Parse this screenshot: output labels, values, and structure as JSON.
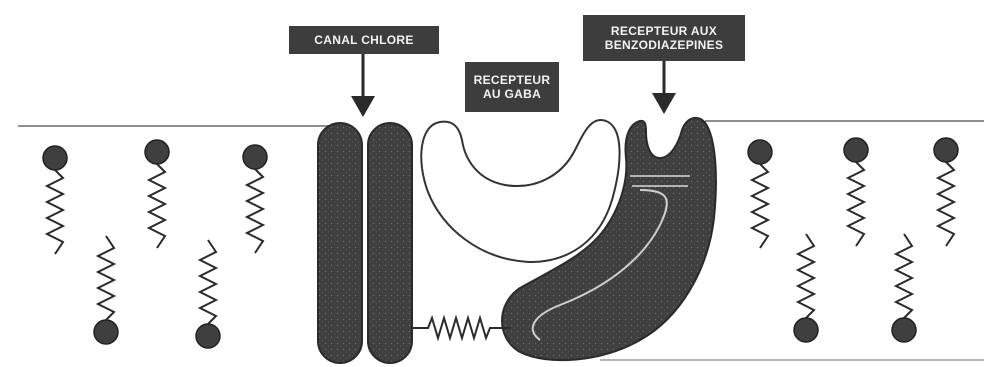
{
  "labels": {
    "chloride_channel": "CANAL CHLORE",
    "gaba_receptor": "RECEPTEUR\nAU GABA",
    "benzodiazepine_receptor": "RECEPTEUR AUX\nBENZODIAZEPINES"
  },
  "colors": {
    "membrane_line": "#5a5a5a",
    "dark_fill": "#3f3f3f",
    "label_bg": "#3d3d3d",
    "label_text": "#f2f2f2",
    "outline": "#2a2a2a"
  },
  "icons": {
    "arrow": "down-arrow-icon",
    "lipid": "phospholipid-icon"
  }
}
